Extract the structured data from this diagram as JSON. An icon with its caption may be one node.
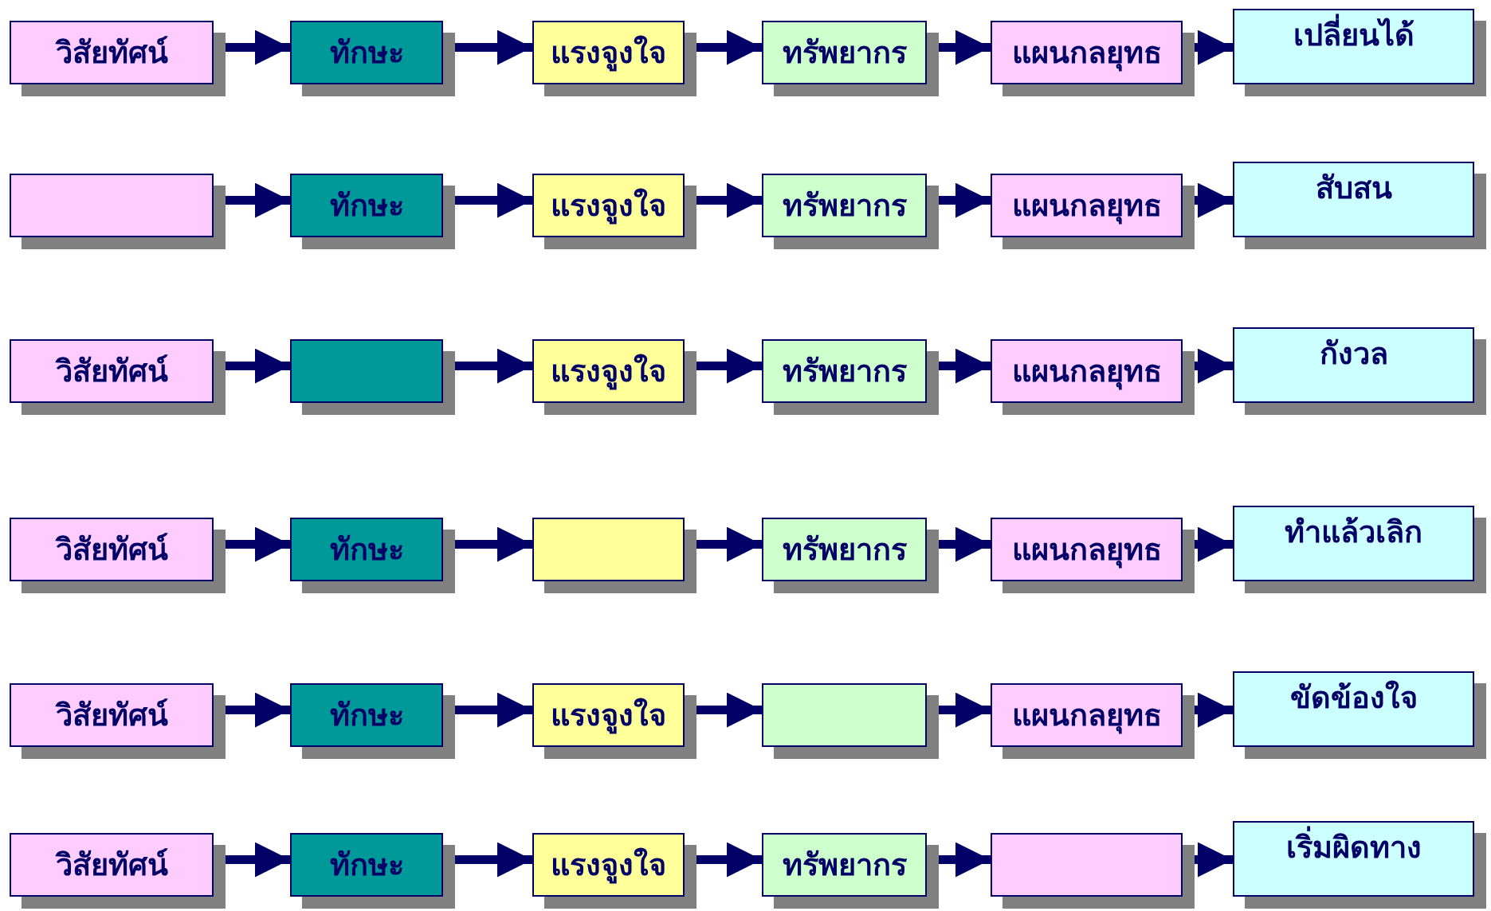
{
  "diagram": {
    "nodes": [
      {
        "text": [
          "วิสัยทัศน์"
        ]
      },
      {
        "text": [
          "ทักษะ"
        ]
      },
      {
        "text": [
          "แรงจูงใจ"
        ]
      },
      {
        "text": [
          "ทรัพยากร"
        ]
      },
      {
        "text": [
          "แผนกลยุทธ"
        ]
      },
      {
        "text": [
          "เปลี่ยนได้"
        ]
      },
      {
        "text": [],
        "shape": "box"
      },
      {
        "text": [
          "ทักษะ"
        ]
      },
      {
        "text": [
          "แรงจูงใจ"
        ]
      },
      {
        "text": [
          "ทรัพยากร"
        ]
      },
      {
        "text": [
          "แผนกลยุทธ"
        ]
      },
      {
        "text": [
          "สับสน"
        ]
      },
      {
        "text": [
          "วิสัยทัศน์"
        ]
      },
      {
        "text": [],
        "shape": "box"
      },
      {
        "text": [
          "แรงจูงใจ"
        ]
      },
      {
        "text": [
          "ทรัพยากร"
        ]
      },
      {
        "text": [
          "แผนกลยุทธ"
        ]
      },
      {
        "text": [
          "กังวล"
        ]
      },
      {
        "text": [
          "วิสัยทัศน์"
        ]
      },
      {
        "text": [
          "ทักษะ"
        ]
      },
      {
        "text": [],
        "shape": "box"
      },
      {
        "text": [
          "ทรัพยากร"
        ]
      },
      {
        "text": [
          "แผนกลยุทธ"
        ]
      },
      {
        "text": [
          "ทำแล้วเลิก"
        ]
      },
      {
        "text": [
          "วิสัยทัศน์"
        ]
      },
      {
        "text": [
          "ทักษะ"
        ]
      },
      {
        "text": [
          "แรงจูงใจ"
        ]
      },
      {
        "text": [],
        "shape": "box"
      },
      {
        "text": [
          "แผนกลยุทธ"
        ]
      },
      {
        "text": [
          "ขัดข้องใจ"
        ]
      },
      {
        "text": [
          "วิสัยทัศน์"
        ]
      },
      {
        "text": [
          "ทักษะ"
        ]
      },
      {
        "text": [
          "แรงจูงใจ"
        ]
      },
      {
        "text": [
          "ทรัพยากร"
        ]
      },
      {
        "text": [],
        "shape": "box"
      },
      {
        "text": [
          "เริ่มผิดทาง"
        ]
      }
    ],
    "edges": [
      {
        "from": 0,
        "to": 1,
        "arrow": "to"
      },
      {
        "from": 1,
        "to": 2,
        "arrow": "to"
      },
      {
        "from": 2,
        "to": 3,
        "arrow": "to"
      },
      {
        "from": 3,
        "to": 4,
        "arrow": "to"
      },
      {
        "from": 4,
        "to": 5,
        "arrow": "to"
      },
      {
        "from": 6,
        "to": 7,
        "arrow": "to"
      },
      {
        "from": 7,
        "to": 8,
        "arrow": "to"
      },
      {
        "from": 8,
        "to": 9,
        "arrow": "to"
      },
      {
        "from": 9,
        "to": 10,
        "arrow": "to"
      },
      {
        "from": 10,
        "to": 11,
        "arrow": "to"
      },
      {
        "from": 12,
        "to": 13,
        "arrow": "to"
      },
      {
        "from": 13,
        "to": 14,
        "arrow": "to"
      },
      {
        "from": 14,
        "to": 15,
        "arrow": "to"
      },
      {
        "from": 15,
        "to": 16,
        "arrow": "to"
      },
      {
        "from": 16,
        "to": 17,
        "arrow": "to"
      },
      {
        "from": 18,
        "to": 19,
        "arrow": "to"
      },
      {
        "from": 19,
        "to": 20,
        "arrow": "to"
      },
      {
        "from": 20,
        "to": 21,
        "arrow": "to"
      },
      {
        "from": 21,
        "to": 22,
        "arrow": "to"
      },
      {
        "from": 22,
        "to": 23,
        "arrow": "to"
      },
      {
        "from": 24,
        "to": 25,
        "arrow": "to"
      },
      {
        "from": 25,
        "to": 26,
        "arrow": "to"
      },
      {
        "from": 26,
        "to": 27,
        "arrow": "to"
      },
      {
        "from": 27,
        "to": 28,
        "arrow": "to"
      },
      {
        "from": 28,
        "to": 29,
        "arrow": "to"
      },
      {
        "from": 30,
        "to": 31,
        "arrow": "to"
      },
      {
        "from": 31,
        "to": 32,
        "arrow": "to"
      },
      {
        "from": 32,
        "to": 33,
        "arrow": "to"
      },
      {
        "from": 33,
        "to": 34,
        "arrow": "to"
      },
      {
        "from": 34,
        "to": 35,
        "arrow": "to"
      }
    ]
  }
}
